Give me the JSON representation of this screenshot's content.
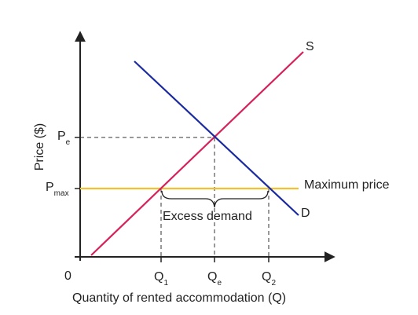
{
  "diagram": {
    "origin_label": "0",
    "y_axis_label": "Price ($)",
    "x_axis_label": "Quantity of rented accommodation (Q)",
    "supply_label": "S",
    "demand_label": "D",
    "max_price_label": "Maximum price",
    "excess_demand_label": "Excess demand",
    "p_e": {
      "main": "P",
      "sub": "e"
    },
    "p_max": {
      "main": "P",
      "sub": "max"
    },
    "q1": {
      "main": "Q",
      "sub": "1"
    },
    "qe": {
      "main": "Q",
      "sub": "e"
    },
    "q2": {
      "main": "Q",
      "sub": "2"
    },
    "colors": {
      "axes": "#222222",
      "supply": "#d6215a",
      "demand": "#1a2aa0",
      "max_price": "#f2c132",
      "guides": "#333333"
    }
  }
}
